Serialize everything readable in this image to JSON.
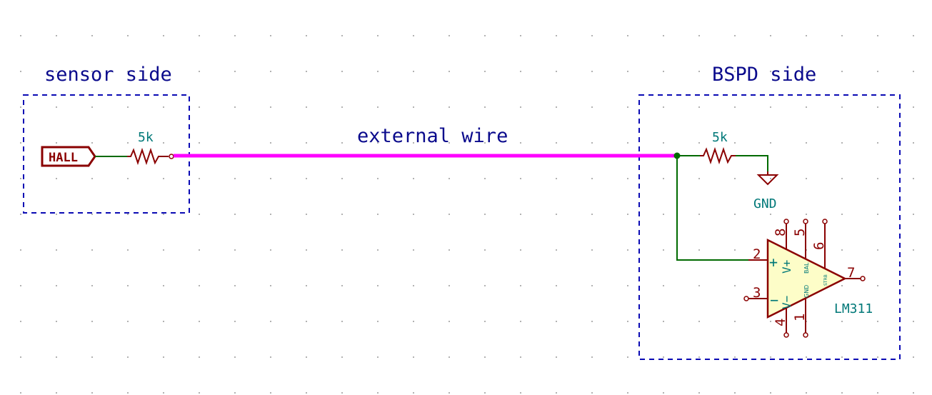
{
  "regions": {
    "sensor": {
      "title": "sensor side"
    },
    "bspd": {
      "title": "BSPD side"
    }
  },
  "wire_label": "external wire",
  "hall_label": "HALL",
  "resistor_sensor": {
    "value": "5k"
  },
  "resistor_bspd": {
    "value": "5k"
  },
  "ground": {
    "label": "GND"
  },
  "comparator": {
    "name": "LM311",
    "pins": {
      "p1": "1",
      "p2": "2",
      "p3": "3",
      "p4": "4",
      "p5": "5",
      "p6": "6",
      "p7": "7",
      "p8": "8"
    },
    "inner": {
      "plus": "+",
      "minus": "−",
      "vplus": "V+",
      "vminus": "V−",
      "gnd": "GND",
      "bal": "BAL",
      "strb": "STRB"
    }
  },
  "colors": {
    "region_border": "#0a0ab4",
    "external_wire": "#ff00ff",
    "wire": "#006a00",
    "symbol": "#8a0000",
    "label": "#007878"
  }
}
